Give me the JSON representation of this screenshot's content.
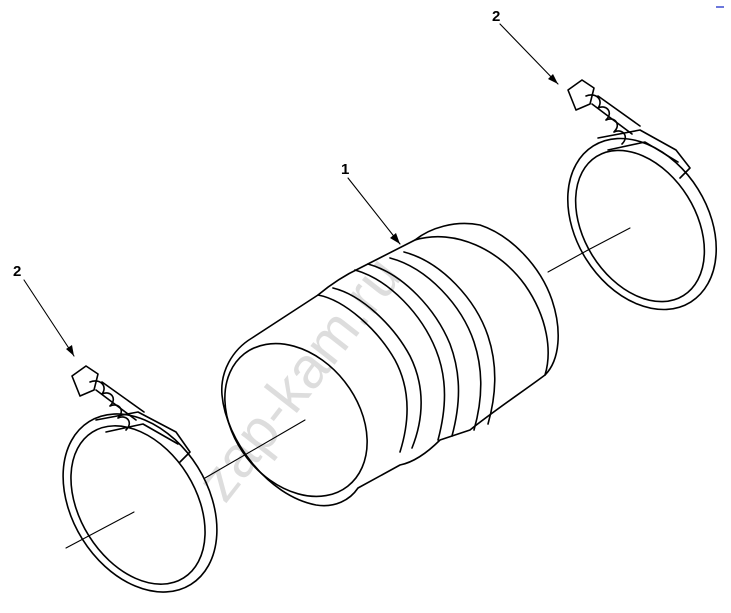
{
  "callouts": {
    "coupler_hose": "1",
    "clamp_right": "2",
    "clamp_left": "2"
  },
  "watermark": "zap-kam.ru"
}
